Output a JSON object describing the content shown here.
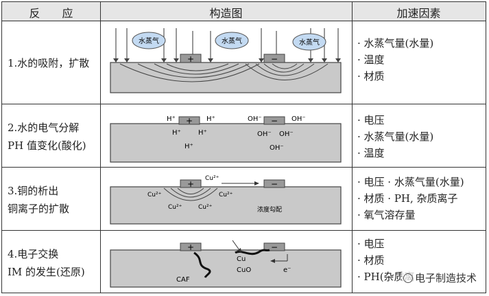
{
  "header": {
    "col1": "反　　应",
    "col2": "构造图",
    "col3": "加速因素"
  },
  "rows": [
    {
      "reaction": [
        "1.水的吸附，扩散"
      ],
      "factors": [
        "· 水蒸气量(水量)",
        "· 温度",
        "· 材质"
      ],
      "labels": {
        "vapor": "水蒸气",
        "plus": "+",
        "minus": "−"
      }
    },
    {
      "reaction": [
        "2.水的电气分解",
        "PH 值变化(酸化)"
      ],
      "factors": [
        "· 电压",
        "· 水蒸气量(水量)",
        "· 温度"
      ],
      "labels": {
        "plus": "+",
        "minus": "−",
        "h_ion": "H⁺",
        "oh_ion": "OH⁻"
      }
    },
    {
      "reaction": [
        "3.铜的析出",
        "铜离子的扩散"
      ],
      "factors": [
        "· 电压 · 水蒸气量(水量)",
        "· 材质 · PH, 杂质离子",
        "· 氧气溶存量"
      ],
      "labels": {
        "plus": "+",
        "minus": "−",
        "cu_ion": "Cu²⁺",
        "concentration": "浓度勾配"
      }
    },
    {
      "reaction": [
        "4.电子交换",
        "IM 的发生(还原)"
      ],
      "factors": [
        "· 电压",
        "· 材质",
        "· PH(杂质离"
      ],
      "labels": {
        "plus": "+",
        "minus": "−",
        "cu": "Cu",
        "cuo": "CuO",
        "electron": "e⁻",
        "caf": "CAF"
      }
    }
  ],
  "watermark": "电子制造技术"
}
